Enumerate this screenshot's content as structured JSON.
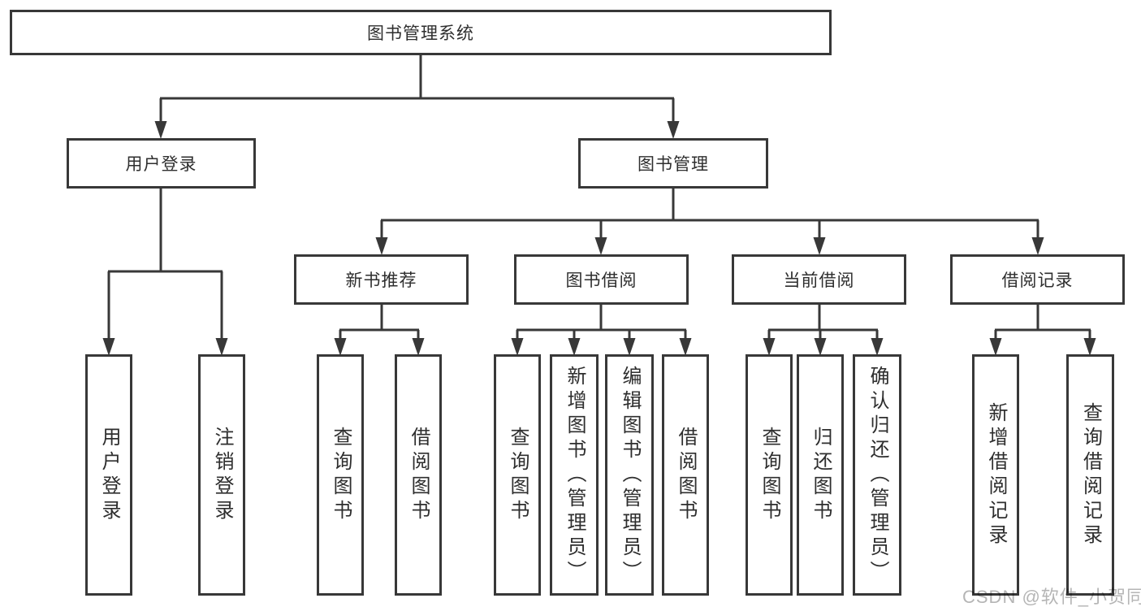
{
  "tree": {
    "label": "图书管理系统",
    "children": [
      {
        "label": "用户登录",
        "children": [
          {
            "label": "用户登录"
          },
          {
            "label": "注销登录"
          }
        ]
      },
      {
        "label": "图书管理",
        "children": [
          {
            "label": "新书推荐",
            "children": [
              {
                "label": "查询图书"
              },
              {
                "label": "借阅图书"
              }
            ]
          },
          {
            "label": "图书借阅",
            "children": [
              {
                "label": "查询图书"
              },
              {
                "label": "新增图书（管理员）"
              },
              {
                "label": "编辑图书（管理员）"
              },
              {
                "label": "借阅图书"
              }
            ]
          },
          {
            "label": "当前借阅",
            "children": [
              {
                "label": "查询图书"
              },
              {
                "label": "归还图书"
              },
              {
                "label": "确认归还（管理员）"
              }
            ]
          },
          {
            "label": "借阅记录",
            "children": [
              {
                "label": "新增借阅记录"
              },
              {
                "label": "查询借阅记录"
              }
            ]
          }
        ]
      }
    ]
  },
  "watermark": {
    "text": "CSDN @软件_小贺同学"
  },
  "colors": {
    "line": "#383838",
    "text": "#2e2e2e",
    "box_fill": "#ffffff",
    "background": "#ffffff",
    "watermark": "#b5b5b5"
  }
}
